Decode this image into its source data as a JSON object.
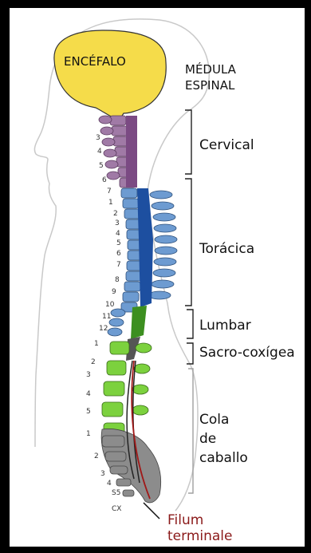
{
  "labels": {
    "brain": "ENCÉFALO",
    "cord_line1": "MÉDULA",
    "cord_line2": "ESPINAL",
    "cervical": "Cervical",
    "thoracic": "Torácica",
    "lumbar": "Lumbar",
    "sacral": "Sacro-coxígea",
    "cauda_1": "Cola",
    "cauda_2": "de",
    "cauda_3": "caballo",
    "filum_1": "Filum",
    "filum_2": "terminale"
  },
  "vertebra_numbers": {
    "cervical": [
      "3",
      "4",
      "5",
      "6",
      "7"
    ],
    "thoracic": [
      "1",
      "2",
      "3",
      "4",
      "5",
      "6",
      "7",
      "8",
      "9",
      "10",
      "11",
      "12"
    ],
    "lumbar": [
      "1",
      "2",
      "3",
      "4",
      "5"
    ],
    "sacral": [
      "1",
      "2",
      "3",
      "4",
      "S5"
    ],
    "coccyx": "CX"
  },
  "colors": {
    "brain": "#f5dc4a",
    "cervical": "#a07aa6",
    "thoracic": "#6d9bd1",
    "thoracic_cord": "#1d4fa0",
    "lumbar": "#7cd13e",
    "lumbar_cord": "#3c8f20",
    "sacral": "#8c8c8c",
    "filum": "#a01818",
    "bracket": "#222222",
    "bracket_cauda": "#a0a0a0"
  }
}
